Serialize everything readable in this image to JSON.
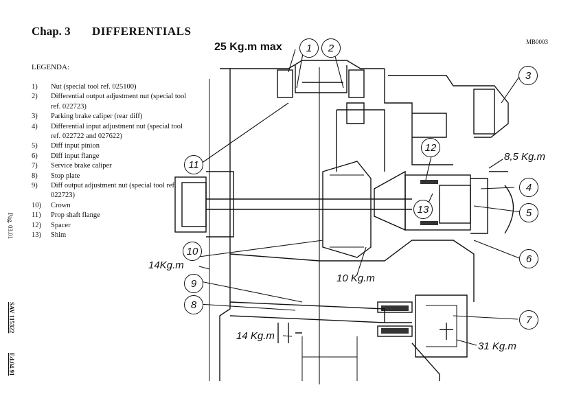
{
  "header": {
    "chapter": "Chap. 3",
    "title": "DIFFERENTIALS",
    "code": "MB0003"
  },
  "legend": {
    "title": "LEGENDA:",
    "items": [
      {
        "num": "1)",
        "text": "Nut (special tool ref. 025100)"
      },
      {
        "num": "2)",
        "text": "Differential output adjustment nut (special tool ref. 022723)"
      },
      {
        "num": "3)",
        "text": "Parking brake caliper (rear diff)"
      },
      {
        "num": "4)",
        "text": "Differential input adjustment nut (special tool ref. 022722 and 027622)"
      },
      {
        "num": "5)",
        "text": "Diff input pinion"
      },
      {
        "num": "6)",
        "text": "Diff input flange"
      },
      {
        "num": "7)",
        "text": "Service brake caliper"
      },
      {
        "num": "8)",
        "text": "Stop plate"
      },
      {
        "num": "9)",
        "text": "Diff output adjustment nut (special tool ref. 022723)"
      },
      {
        "num": "10)",
        "text": "Crown"
      },
      {
        "num": "11)",
        "text": "Prop shaft flange"
      },
      {
        "num": "12)",
        "text": "Spacer"
      },
      {
        "num": "13)",
        "text": "Shim"
      }
    ]
  },
  "side": {
    "page": "Pag. 03.01",
    "sav": "SAV 115322",
    "edition": "Ed.04.91"
  },
  "torques": {
    "max": "25 Kg.m max",
    "t85": "8,5 Kg.m",
    "t14a": "14Kg.m",
    "t10": "10 Kg.m",
    "t14b": "14 Kg.m",
    "t31": "31 Kg.m"
  },
  "callouts": [
    "1",
    "2",
    "3",
    "4",
    "5",
    "6",
    "7",
    "8",
    "9",
    "10",
    "11",
    "12",
    "13"
  ]
}
